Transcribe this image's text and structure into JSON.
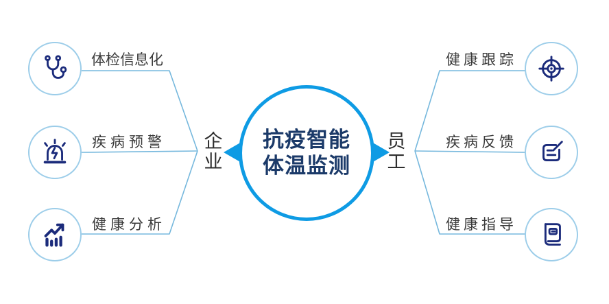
{
  "title": {
    "line1": "抗疫智能",
    "line2": "体温监测"
  },
  "left": {
    "group_label": "企业",
    "items": [
      {
        "label": "体检信息化",
        "icon": "stethoscope-icon"
      },
      {
        "label": "疾病预警",
        "icon": "siren-icon"
      },
      {
        "label": "健康分析",
        "icon": "bar-chart-icon"
      }
    ]
  },
  "right": {
    "group_label": "员工",
    "items": [
      {
        "label": "健康跟踪",
        "icon": "target-icon"
      },
      {
        "label": "疾病反馈",
        "icon": "edit-note-icon"
      },
      {
        "label": "健康指导",
        "icon": "book-icon"
      }
    ]
  },
  "colors": {
    "accent_blue": "#0E9BE4",
    "light_blue": "#9CCDE9",
    "line_blue": "#76B8DD",
    "icon_navy": "#1B2B7B",
    "title_navy": "#1B3A69",
    "label_dark": "#3A3A3A"
  }
}
